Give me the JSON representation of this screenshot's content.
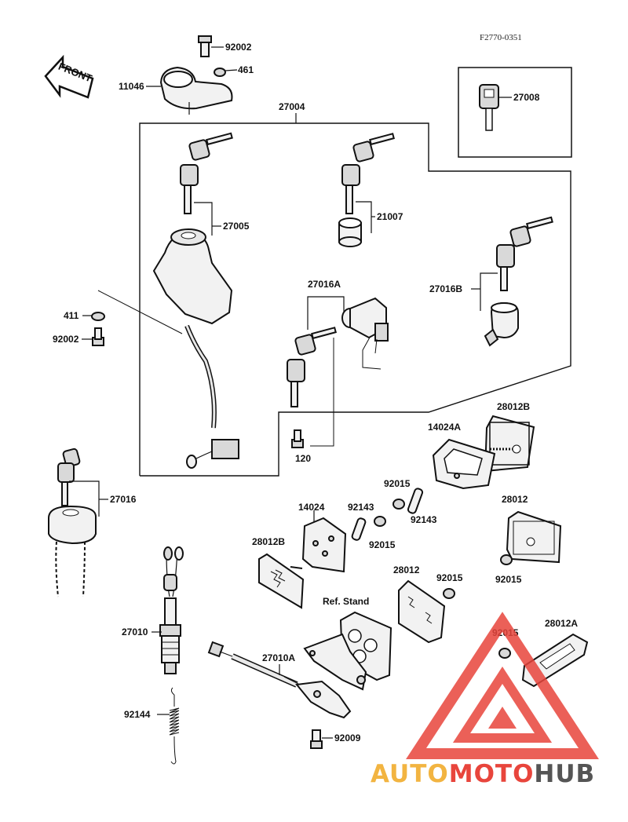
{
  "diagram_code": "F2770-0351",
  "front_label": "FRONT",
  "labels": {
    "p92002_top": "92002",
    "p461": "461",
    "p11046": "11046",
    "p27004": "27004",
    "p27008": "27008",
    "p27005": "27005",
    "p21007": "21007",
    "p27016A": "27016A",
    "p27016B": "27016B",
    "p411": "411",
    "p92002_left": "92002",
    "p28012B_top": "28012B",
    "p14024A": "14024A",
    "p120": "120",
    "p27016": "27016",
    "p92015_a": "92015",
    "p92143_a": "92143",
    "p14024": "14024",
    "p92143_b": "92143",
    "p28012_right": "28012",
    "p28012B_left": "28012B",
    "p92015_b": "92015",
    "p92015_c": "92015",
    "p28012_mid": "28012",
    "p92015_d": "92015",
    "ref_stand": "Ref. Stand",
    "p27010": "27010",
    "p92015_e": "92015",
    "p28012A": "28012A",
    "p27010A": "27010A",
    "p92144": "92144",
    "p92009": "92009"
  },
  "watermark": {
    "word_a": "AUTO",
    "word_b": "MOTO",
    "word_c": "HUB",
    "color_orange": "#f2b441",
    "color_red": "#e8453c",
    "color_gray": "#555555"
  }
}
